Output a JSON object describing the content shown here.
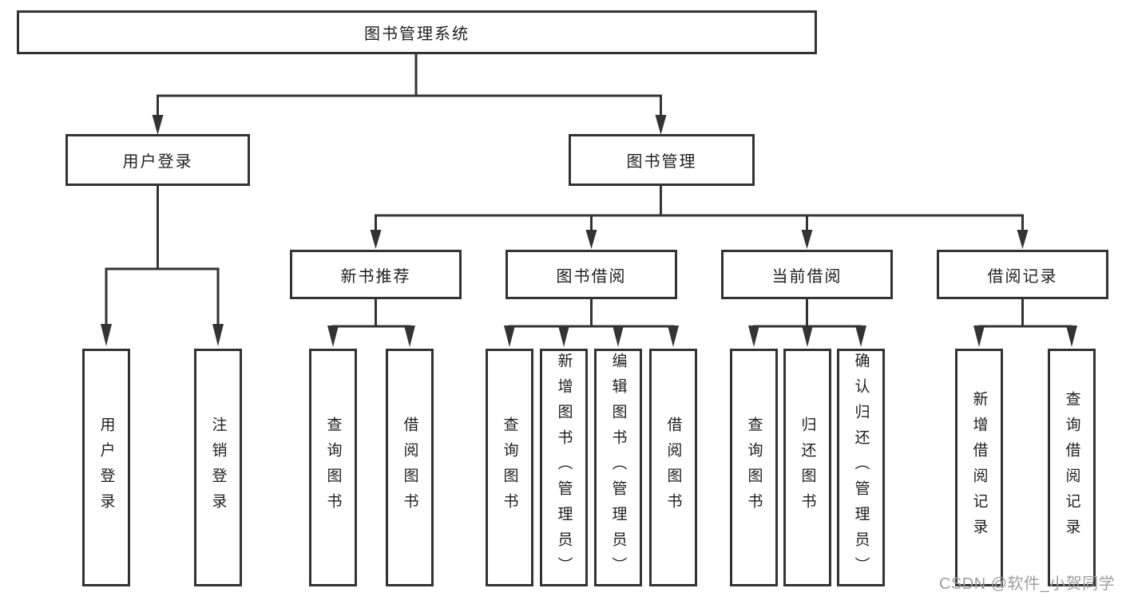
{
  "diagram_title": "图书管理系统",
  "watermark": {
    "text": "CSDN @软件_小贺同学",
    "color": "#9e9e9e"
  },
  "colors": {
    "line": "#333333",
    "box_border": "#333333",
    "box_background": "#ffffff",
    "text": "#1f1f1f",
    "page_background": "#ffffff"
  },
  "tree": {
    "label": "图书管理系统",
    "children": [
      {
        "label": "用户登录",
        "children": [
          {
            "label": "用户登录"
          },
          {
            "label": "注销登录"
          }
        ]
      },
      {
        "label": "图书管理",
        "children": [
          {
            "label": "新书推荐",
            "children": [
              {
                "label": "查询图书"
              },
              {
                "label": "借阅图书"
              }
            ]
          },
          {
            "label": "图书借阅",
            "children": [
              {
                "label": "查询图书"
              },
              {
                "label": "新增图书（管理员）"
              },
              {
                "label": "编辑图书（管理员）"
              },
              {
                "label": "借阅图书"
              }
            ]
          },
          {
            "label": "当前借阅",
            "children": [
              {
                "label": "查询图书"
              },
              {
                "label": "归还图书"
              },
              {
                "label": "确认归还（管理员）"
              }
            ]
          },
          {
            "label": "借阅记录",
            "children": [
              {
                "label": "新增借阅记录"
              },
              {
                "label": "查询借阅记录"
              }
            ]
          }
        ]
      }
    ]
  }
}
